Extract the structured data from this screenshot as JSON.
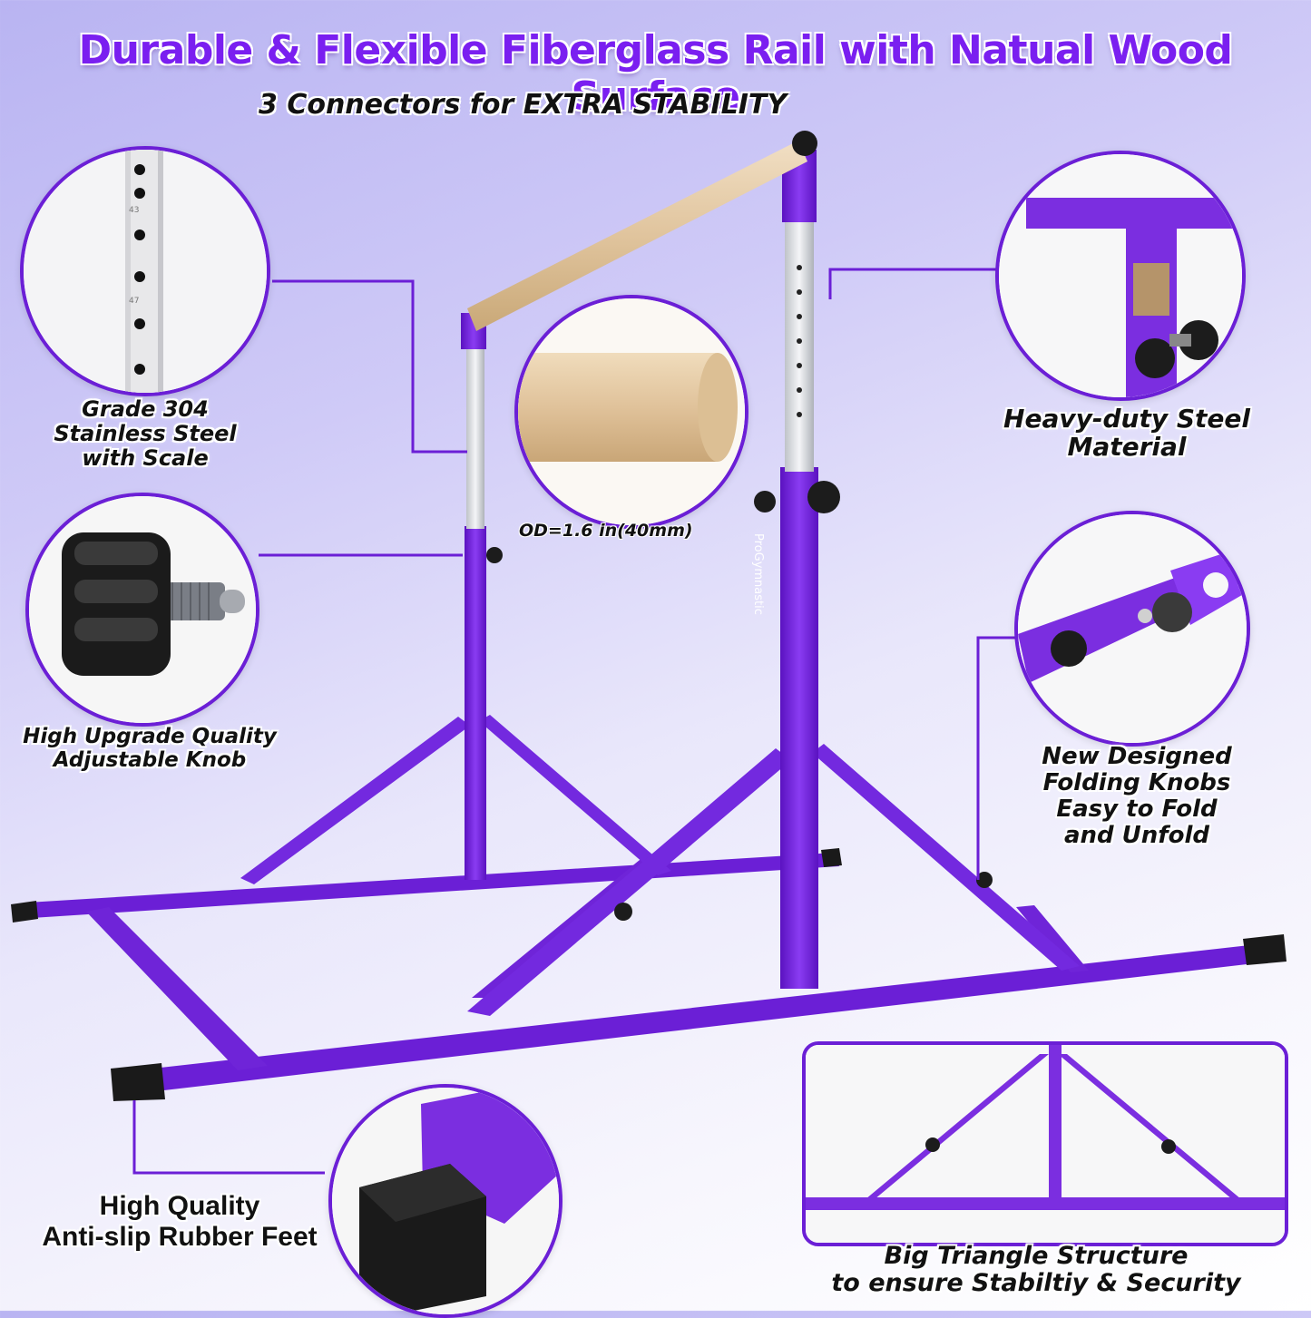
{
  "headline": "Durable & Flexible Fiberglass Rail with Natual Wood Surface",
  "subheadline": "3 Connectors for EXTRA STABILITY",
  "brand_text": "ProGymnastic",
  "callouts": {
    "stainless": {
      "lines": [
        "Grade 304",
        "Stainless Steel",
        "with Scale"
      ]
    },
    "knob": {
      "lines": [
        "High Upgrade Quality",
        "Adjustable Knob"
      ]
    },
    "rail_od": "OD=1.6 in(40mm)",
    "steel": {
      "lines": [
        "Heavy-duty Steel",
        "Material"
      ]
    },
    "folding": {
      "lines": [
        "New Designed",
        "Folding Knobs",
        "Easy to Fold",
        "and Unfold"
      ]
    },
    "feet": {
      "lines": [
        "High Quality",
        "Anti-slip Rubber Feet"
      ]
    },
    "triangle": {
      "lines": [
        "Big Triangle Structure",
        "to ensure Stabiltiy & Security"
      ]
    }
  },
  "scale_marks": [
    "43",
    "47"
  ],
  "colors": {
    "accent": "#7a1ff0",
    "frame_purple": "#6b1fd6",
    "wood": "#e2c9a6",
    "rubber": "#1a1a1a"
  }
}
